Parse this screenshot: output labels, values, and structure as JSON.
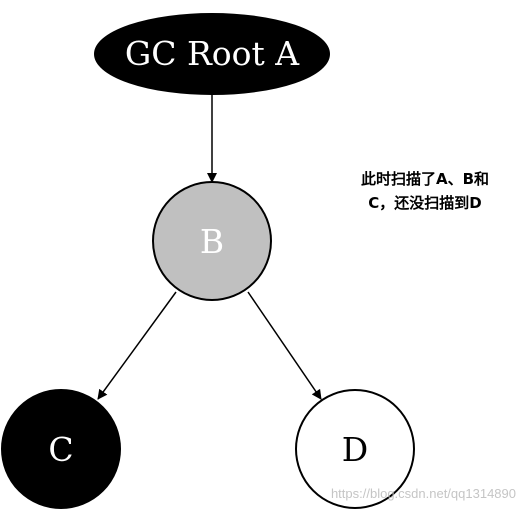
{
  "diagram": {
    "nodes": {
      "root": {
        "label": "GC Root A",
        "fill": "#000000",
        "text_color": "#ffffff"
      },
      "b": {
        "label": "B",
        "fill": "#c0c0c0",
        "text_color": "#ffffff"
      },
      "c": {
        "label": "C",
        "fill": "#000000",
        "text_color": "#ffffff"
      },
      "d": {
        "label": "D",
        "fill": "#ffffff",
        "text_color": "#000000"
      }
    },
    "edges": [
      {
        "from": "root",
        "to": "b"
      },
      {
        "from": "b",
        "to": "c"
      },
      {
        "from": "b",
        "to": "d"
      }
    ],
    "note": {
      "line1": "此时扫描了A、B和",
      "line2": "C，还没扫描到D"
    },
    "watermark": "https://blog.csdn.net/qq1314890"
  }
}
